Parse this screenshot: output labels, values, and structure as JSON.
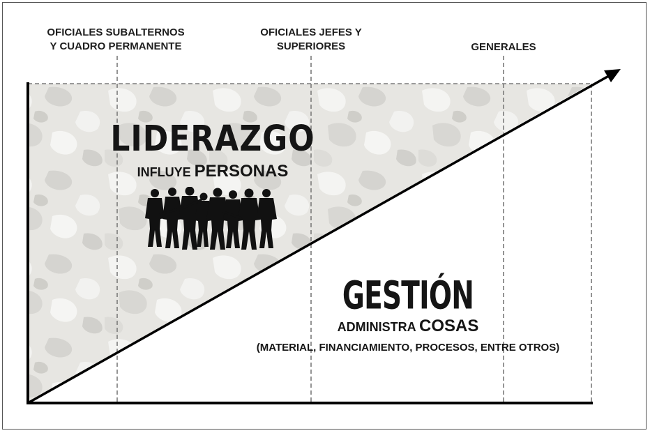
{
  "columns": [
    {
      "line1": "OFICIALES SUBALTERNOS",
      "line2": "Y CUADRO PERMANENTE"
    },
    {
      "line1": "OFICIALES JEFES Y",
      "line2": "SUPERIORES"
    },
    {
      "line1": "GENERALES",
      "line2": ""
    }
  ],
  "leadership": {
    "title": "LIDERAZGO",
    "subtitle_small": "INFLUYE ",
    "subtitle_large": "PERSONAS",
    "image_icon": "soldiers-silhouette-icon"
  },
  "management": {
    "title": "GESTIÓN",
    "subtitle_small": "ADMINISTRA ",
    "subtitle_large": "COSAS",
    "note": "(MATERIAL, FINANCIAMIENTO, PROCESOS, ENTRE OTROS)"
  },
  "colors": {
    "camo_base": "#e7e6e2",
    "camo_light": "#f3f3f1",
    "camo_mid": "#d4d3cf",
    "axis": "#000000",
    "dashed": "#7a7a7a"
  }
}
